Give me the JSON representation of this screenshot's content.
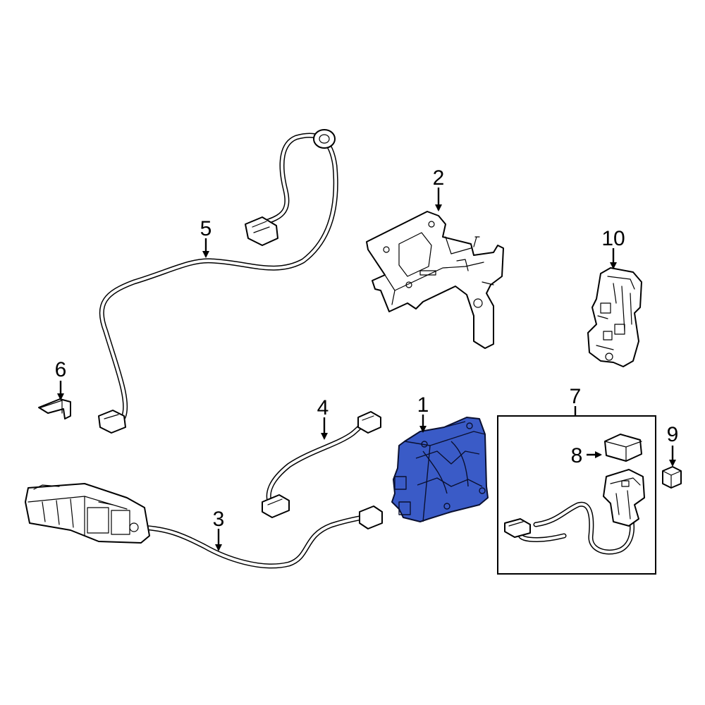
{
  "callouts": [
    "1",
    "2",
    "3",
    "4",
    "5",
    "6",
    "7",
    "8",
    "9",
    "10"
  ],
  "highlight_color": "#3a5bc7"
}
